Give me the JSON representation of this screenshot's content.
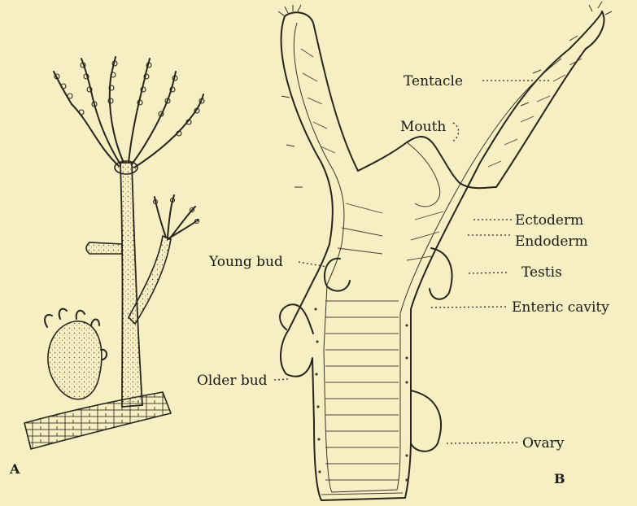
{
  "panels": {
    "a": {
      "letter": "A"
    },
    "b": {
      "letter": "B"
    }
  },
  "labels": {
    "tentacle": "Tentacle",
    "mouth": "Mouth",
    "ectoderm": "Ectoderm",
    "endoderm": "Endoderm",
    "young_bud": "Young bud",
    "testis": "Testis",
    "enteric_cavity": "Enteric cavity",
    "older_bud": "Older bud",
    "ovary": "Ovary"
  },
  "colors": {
    "paper": "#f7efc4",
    "ink": "#2a241b"
  }
}
